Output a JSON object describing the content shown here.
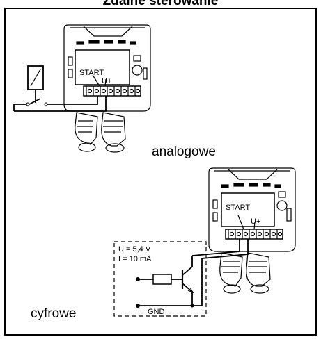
{
  "title": "Zdalne sterowanie",
  "labels": {
    "analog": "analogowe",
    "digital": "cyfrowe"
  },
  "device_top": {
    "start": "START",
    "uplus": "U+"
  },
  "device_bottom": {
    "start": "START",
    "uplus": "U+"
  },
  "digital_circuit": {
    "voltage": "U = 5,4 V",
    "current": "I  = 10 mA",
    "ground": "GND"
  }
}
